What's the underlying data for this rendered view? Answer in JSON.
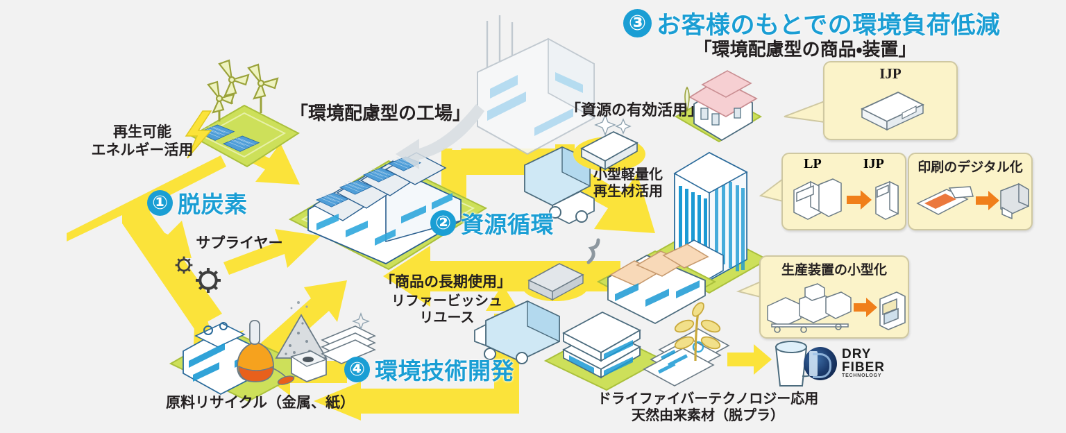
{
  "steps": [
    {
      "num": "①",
      "label": "脱炭素"
    },
    {
      "num": "②",
      "label": "資源循環"
    },
    {
      "num": "③",
      "label": "お客様のもとでの環境負荷低減"
    },
    {
      "num": "④",
      "label": "環境技術開発"
    }
  ],
  "headings": {
    "customer_sub": "「環境配慮型の商品・装置」",
    "eco_factory": "「環境配慮型の工場」"
  },
  "labels": {
    "renewable": "再生可能\nエネルギー活用",
    "supplier": "サプライヤー",
    "resource_use": "「資源の有効活用」",
    "compact": "小型軽量化\n再生材活用",
    "long_use": "「商品の長期使用」",
    "refurbish": "リファービッシュ\nリユース",
    "material_recycle": "原料リサイクル（金属、紙）",
    "dry_fiber_app": "ドライファイバーテクノロジー応用\n天然由来素材（脱プラ）"
  },
  "callouts": {
    "ijp": {
      "title": "IJP"
    },
    "lp_ijp": {
      "from": "LP",
      "to": "IJP"
    },
    "digital_print": {
      "title": "印刷のデジタル化"
    },
    "downsizing": {
      "title": "生産装置の小型化"
    }
  },
  "brand": {
    "dry_fiber_l1": "DRY",
    "dry_fiber_l2": "FIBER",
    "dry_fiber_l3": "TECHNOLOGY"
  },
  "colors": {
    "accent_blue": "#1a9ed4",
    "arrow_yellow": "#fbe33a",
    "lawn_green": "#cde05a",
    "callout_fill": "#fbf3c9",
    "orange_arrow": "#f07f1a",
    "background": "#f2f2f2"
  }
}
